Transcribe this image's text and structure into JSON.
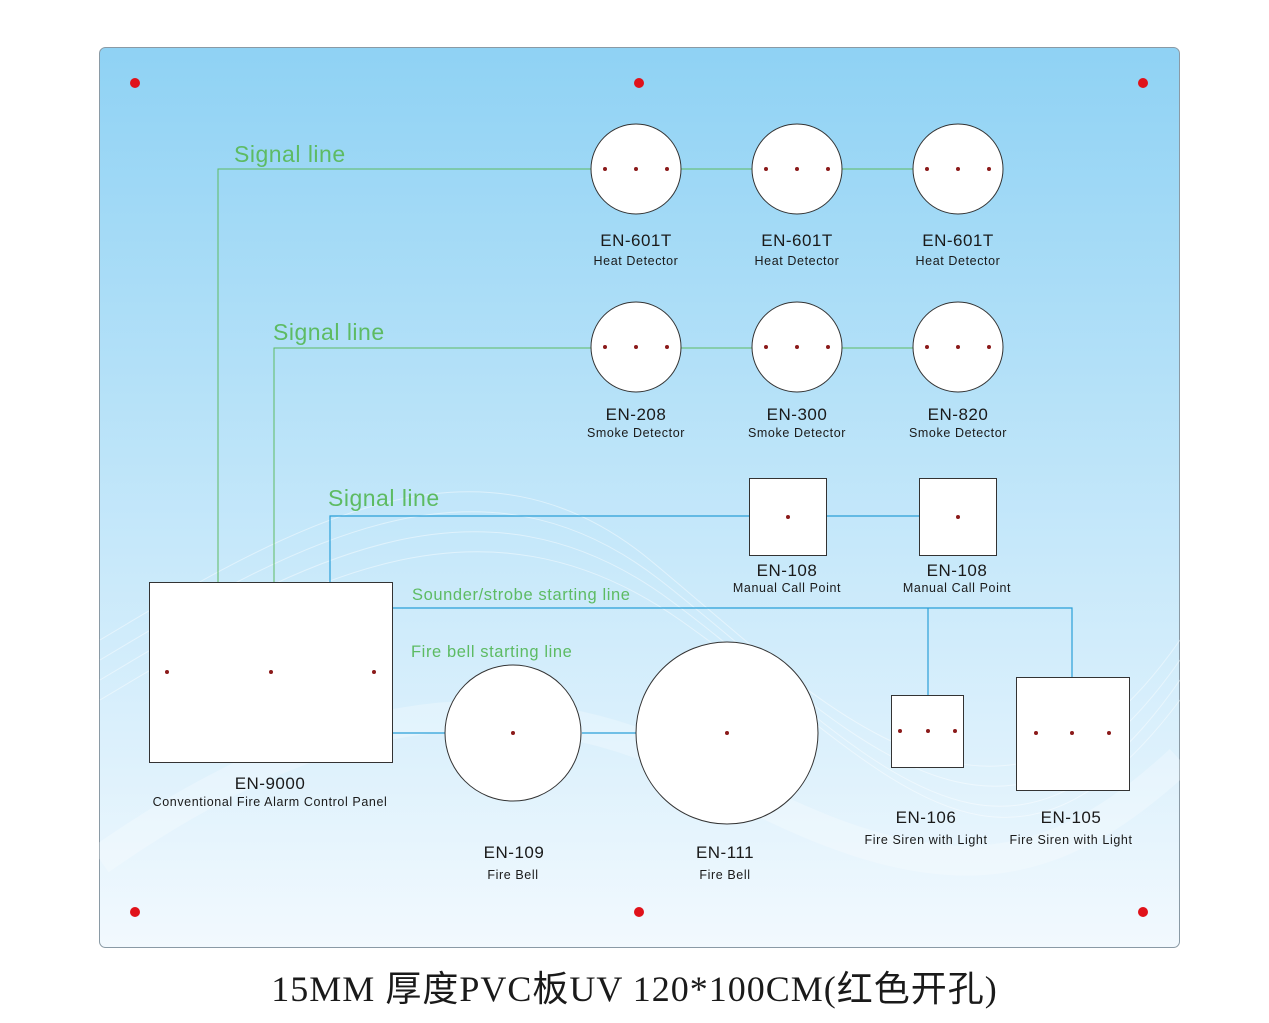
{
  "signal_lines": [
    "Signal line",
    "Signal line",
    "Signal line"
  ],
  "sounder_label": "Sounder/strobe starting line",
  "firebell_label": "Fire bell starting line",
  "row1": [
    {
      "model": "EN-601T",
      "desc": "Heat Detector"
    },
    {
      "model": "EN-601T",
      "desc": "Heat Detector"
    },
    {
      "model": "EN-601T",
      "desc": "Heat Detector"
    }
  ],
  "row2": [
    {
      "model": "EN-208",
      "desc": "Smoke Detector"
    },
    {
      "model": "EN-300",
      "desc": "Smoke Detector"
    },
    {
      "model": "EN-820",
      "desc": "Smoke Detector"
    }
  ],
  "row3": [
    {
      "model": "EN-108",
      "desc": "Manual Call Point"
    },
    {
      "model": "EN-108",
      "desc": "Manual Call Point"
    }
  ],
  "panel": {
    "model": "EN-9000",
    "desc": "Conventional Fire Alarm Control Panel"
  },
  "bells": [
    {
      "model": "EN-109",
      "desc": "Fire Bell"
    },
    {
      "model": "EN-111",
      "desc": "Fire Bell"
    }
  ],
  "sirens": [
    {
      "model": "EN-106",
      "desc": "Fire Siren with Light"
    },
    {
      "model": "EN-105",
      "desc": "Fire Siren with Light"
    }
  ],
  "caption": "15MM 厚度PVC板UV 120*100CM(红色开孔)",
  "colors": {
    "signal": "#5dbb63",
    "wire": "#2a9fd8",
    "hole": "#e0121a"
  }
}
